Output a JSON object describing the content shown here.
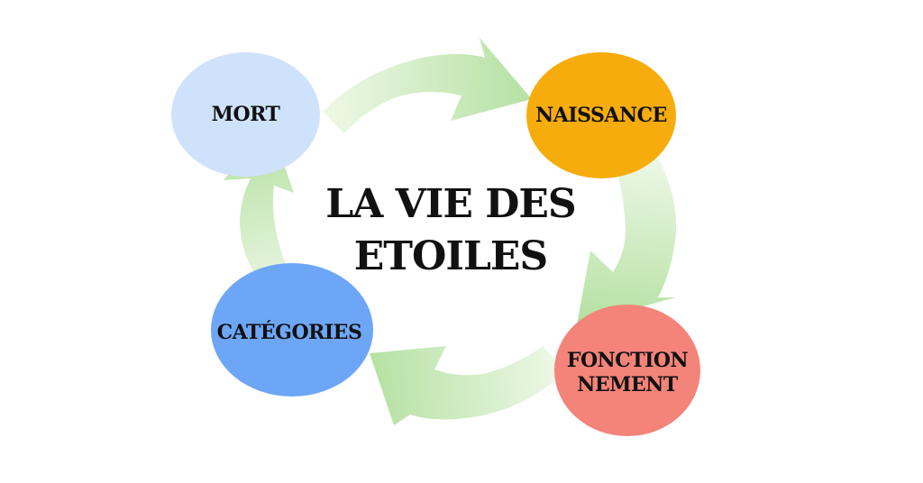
{
  "title": {
    "line1": "LA VIE DES",
    "line2": "ETOILES"
  },
  "nodes": {
    "mort": {
      "label": "MORT",
      "color": "#cfe2fb"
    },
    "naissance": {
      "label": "NAISSANCE",
      "color": "#f6ac0c"
    },
    "fonctionnement": {
      "line1": "FONCTION",
      "line2": "NEMENT",
      "color": "#f4837a"
    },
    "categories": {
      "label": "CATÉGORIES",
      "color": "#6ea6f7"
    }
  },
  "colors": {
    "arrow_light": "#eef8e7",
    "arrow_dark": "#b5e1a2",
    "background": "#ffffff",
    "text": "#111111"
  }
}
